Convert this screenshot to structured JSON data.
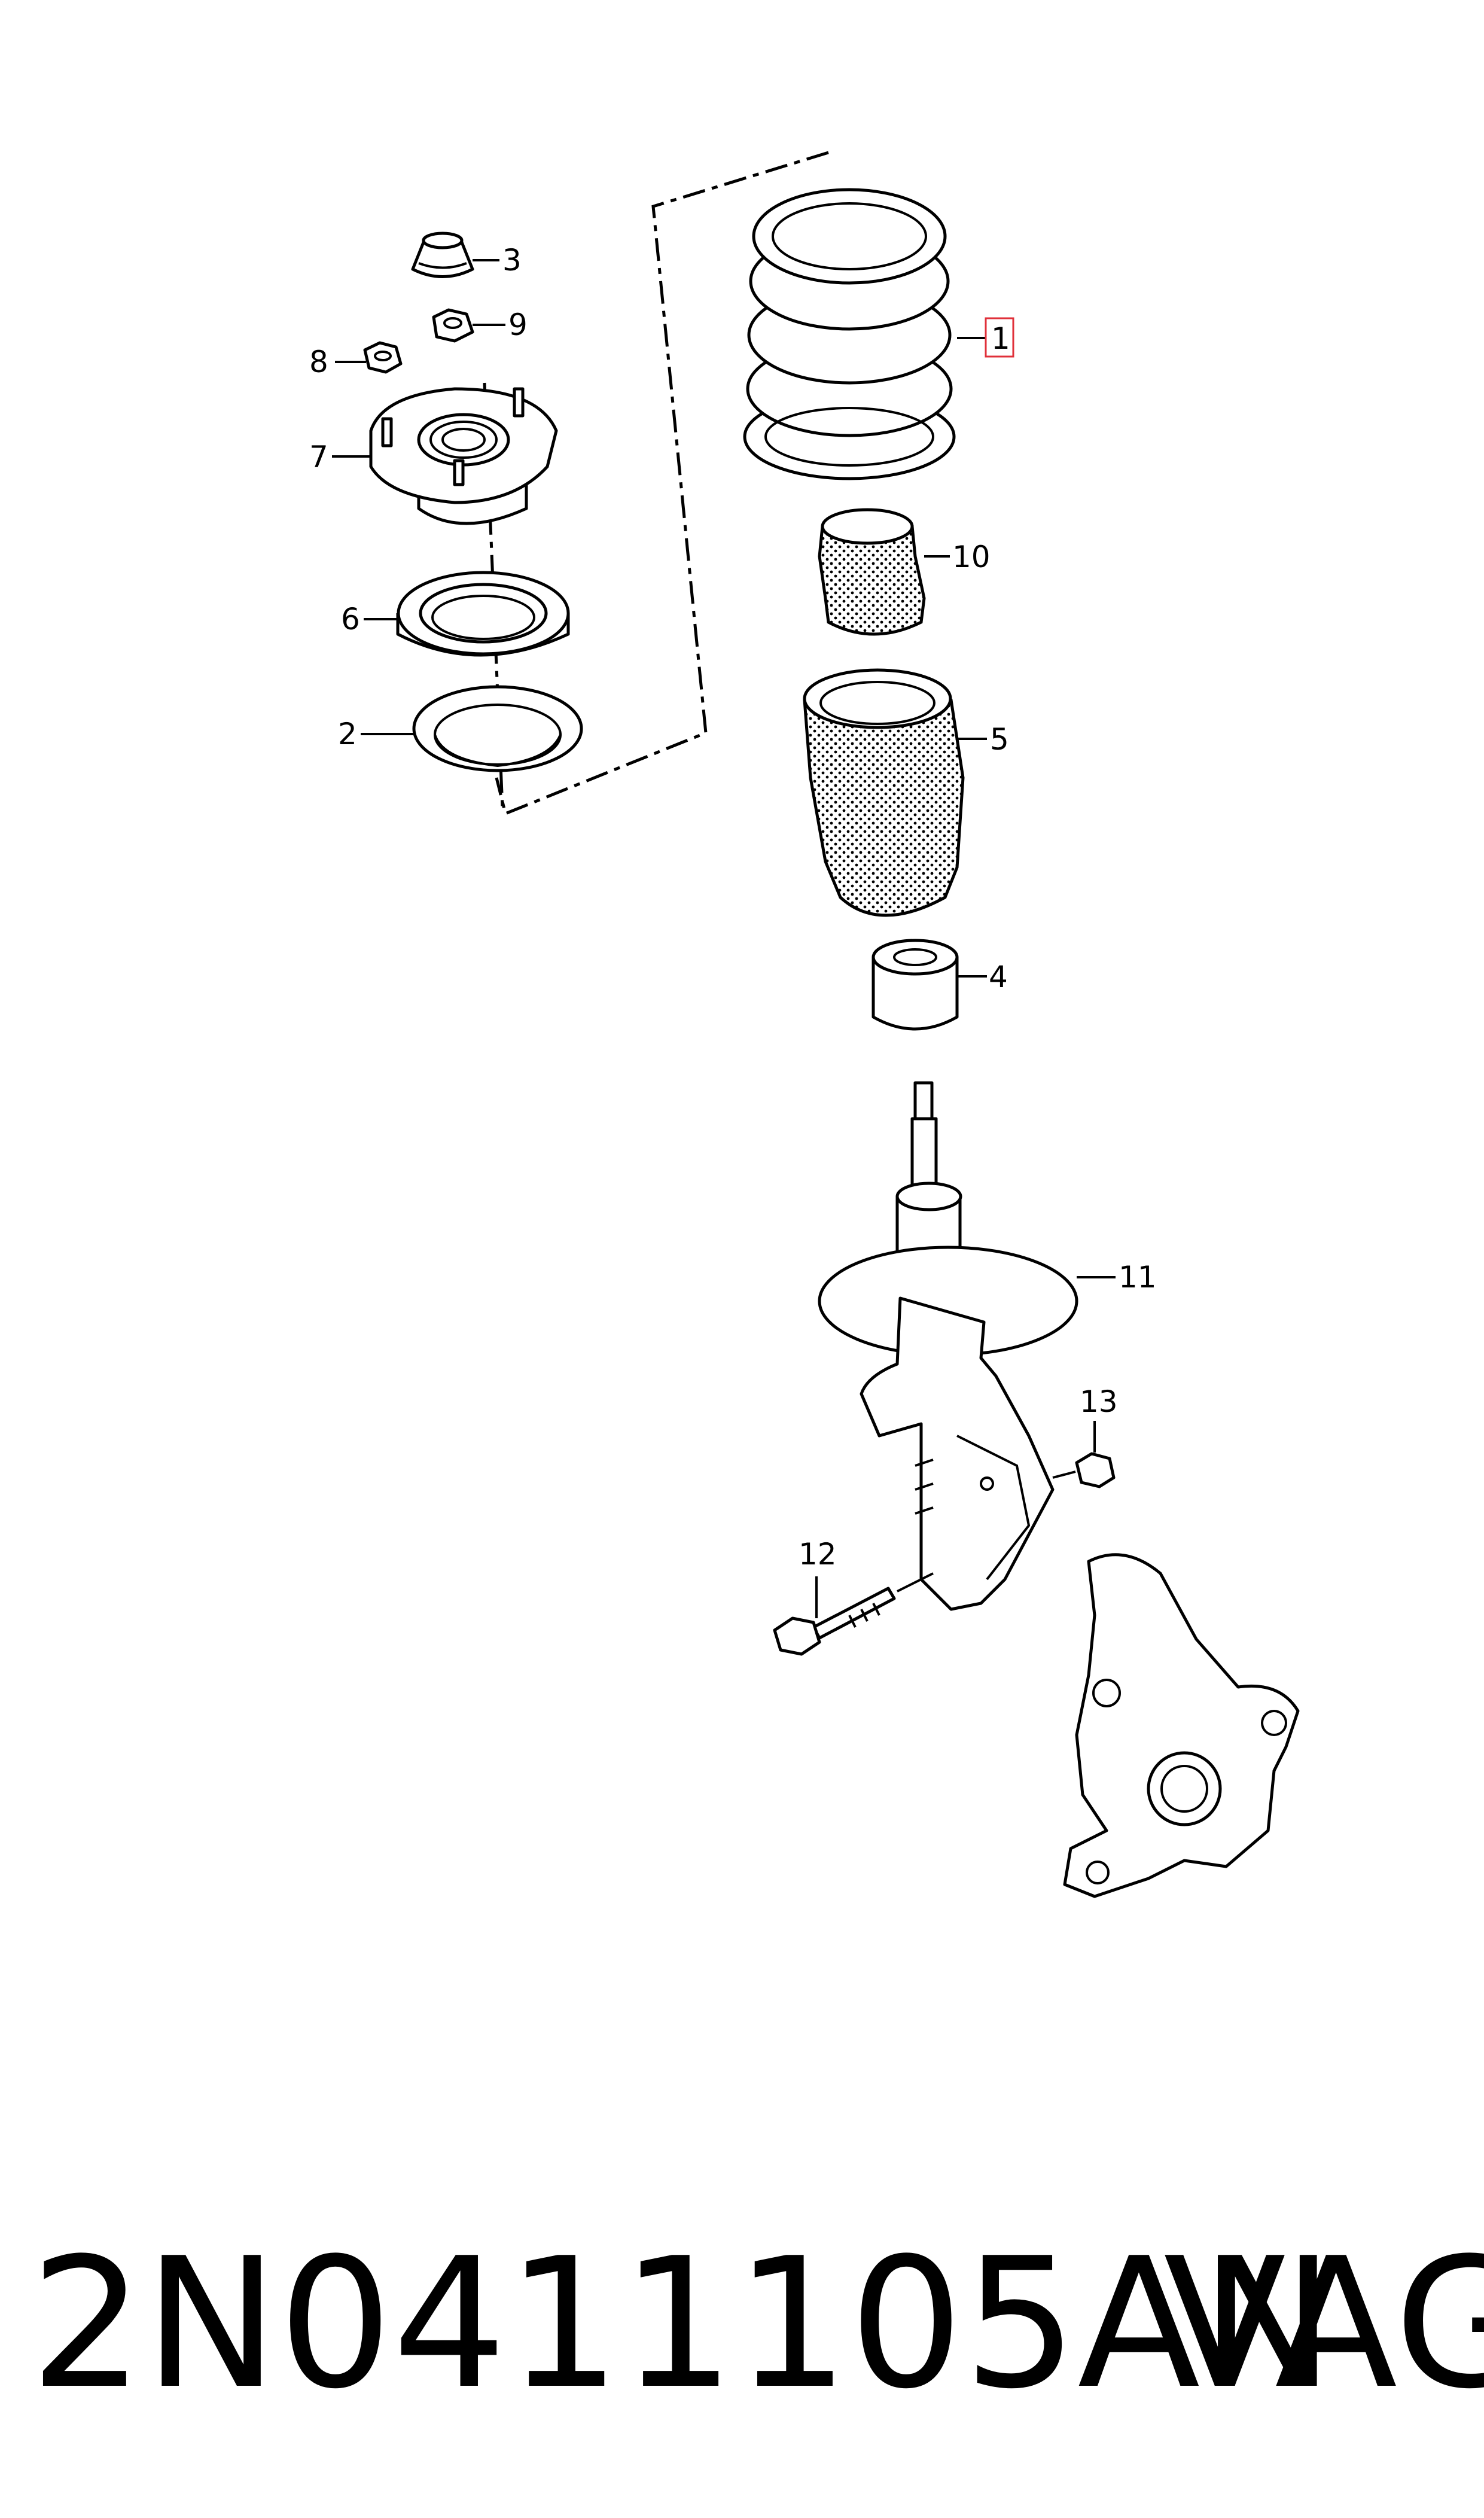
{
  "callouts": {
    "c1": "1",
    "c2": "2",
    "c3": "3",
    "c4": "4",
    "c5": "5",
    "c6": "6",
    "c7": "7",
    "c8": "8",
    "c9": "9",
    "c10": "10",
    "c11": "11",
    "c12": "12",
    "c13": "13"
  },
  "highlight_color": "#e0303a",
  "caption": {
    "part_number": "2N0411105AN",
    "brand": "VAG"
  }
}
